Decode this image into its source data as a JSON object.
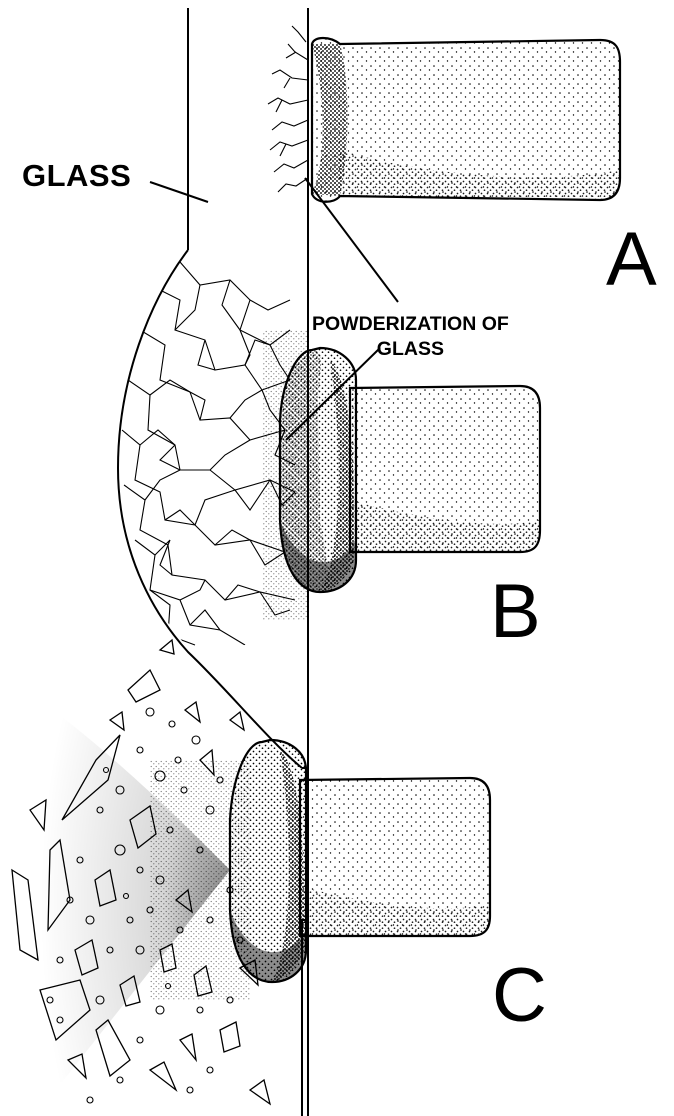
{
  "labels": {
    "glass": "GLASS",
    "powderization_line1": "POWDERIZATION OF",
    "powderization_line2": "GLASS",
    "stage_a": "A",
    "stage_b": "B",
    "stage_c": "C"
  },
  "colors": {
    "ink": "#000000",
    "background": "#ffffff"
  }
}
